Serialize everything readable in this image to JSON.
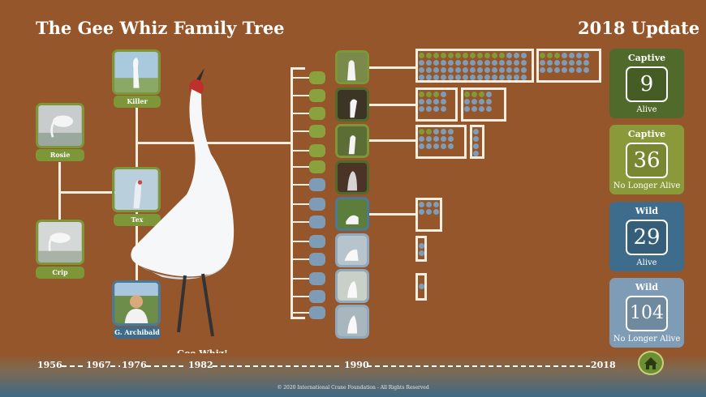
{
  "header": {
    "title": "The Gee Whiz Family Tree",
    "update": "2018 Update"
  },
  "ancestors": [
    {
      "label": "Killer"
    },
    {
      "label": "Rosie"
    },
    {
      "label": "Tex"
    },
    {
      "label": "Crip"
    },
    {
      "label": "G. Archibald"
    }
  ],
  "main_bird": {
    "label": "Gee Whiz!"
  },
  "timeline": {
    "years": [
      "1956",
      "1967",
      "1976",
      "1982",
      "1990",
      "2018"
    ]
  },
  "status_cards": [
    {
      "group": "Captive",
      "count": "9",
      "status": "Alive",
      "color": "#4f6a2a"
    },
    {
      "group": "Captive",
      "count": "36",
      "status": "No Longer Alive",
      "color": "#8a9a3a"
    },
    {
      "group": "Wild",
      "count": "29",
      "status": "Alive",
      "color": "#3d6c8c"
    },
    {
      "group": "Wild",
      "count": "104",
      "status": "No Longer Alive",
      "color": "#7f9cb6"
    }
  ],
  "colors": {
    "captive_dot": "#7f9a3a",
    "wild_dot": "#7f9cb6",
    "captive_node": "#8aa23e",
    "wild_node": "#7f9cb6"
  },
  "footer": {
    "copyright": "© 2020 International Crane Foundation - All Rights Reserved"
  },
  "home_icon": "home-icon"
}
